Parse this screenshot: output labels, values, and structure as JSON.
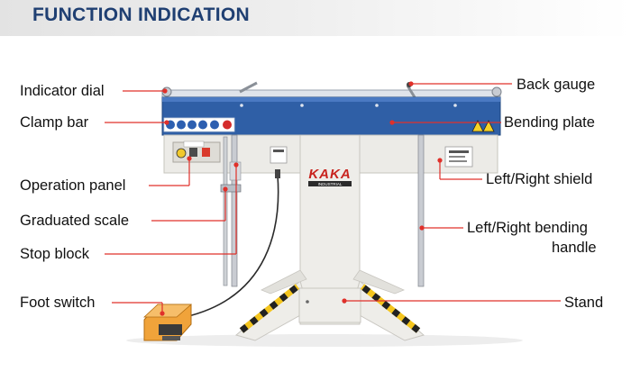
{
  "header": {
    "title": "FUNCTION INDICATION"
  },
  "labels": {
    "indicator_dial": "Indicator dial",
    "clamp_bar": "Clamp bar",
    "operation_panel": "Operation panel",
    "graduated_scale": "Graduated scale",
    "stop_block": "Stop block",
    "foot_switch": "Foot switch",
    "back_gauge": "Back gauge",
    "bending_plate": "Bending plate",
    "left_right_shield": "Left/Right shield",
    "left_right_bending_handle_line1": "Left/Right bending",
    "left_right_bending_handle_line2": "handle",
    "stand": "Stand"
  },
  "brand": {
    "logo": "KAKA",
    "sub": "INDUSTRIAL"
  },
  "colors": {
    "title": "#1f3f72",
    "blue_beam": "#2f5fa6",
    "machine_body": "#ecebe7",
    "leader": "#e0302a",
    "foot_switch": "#f0a33a",
    "hazard_yellow": "#f4c51e",
    "logo_red": "#c8231e"
  }
}
